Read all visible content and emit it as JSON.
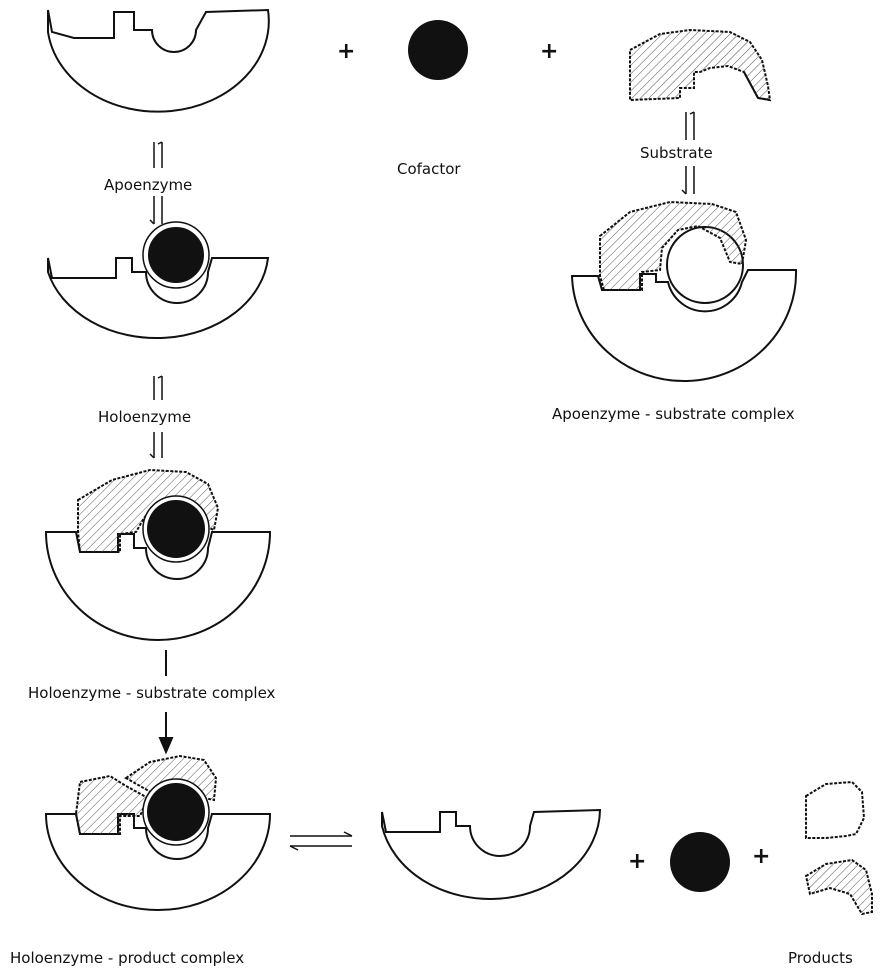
{
  "labels": {
    "apoenzyme": "Apoenzyme",
    "cofactor": "Cofactor",
    "substrate": "Substrate",
    "holoenzyme": "Holoenzyme",
    "apoenzyme_substrate_complex": "Apoenzyme - substrate complex",
    "holoenzyme_substrate_complex": "Holoenzyme - substrate complex",
    "holoenzyme_product_complex": "Holoenzyme - product complex",
    "products": "Products"
  },
  "operators": {
    "plus": "+"
  },
  "colors": {
    "ink": "#111111",
    "background": "#ffffff"
  }
}
